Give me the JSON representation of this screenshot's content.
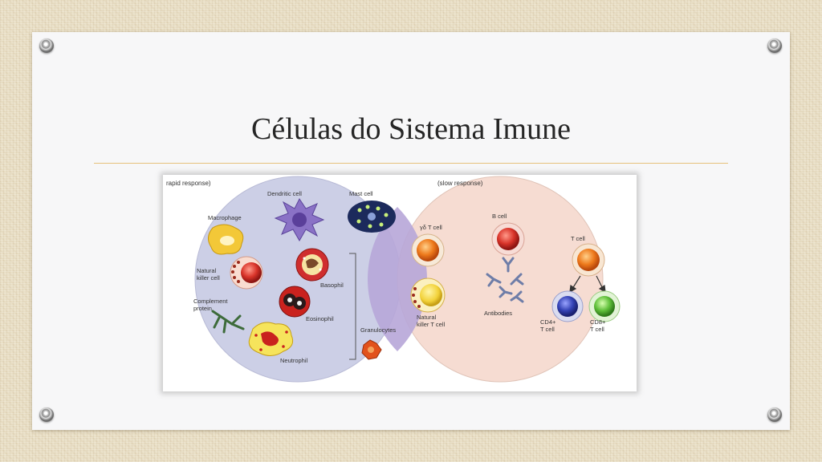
{
  "slide": {
    "title": "Células do Sistema Imune"
  },
  "figure": {
    "innate_header": "rapid response)",
    "adaptive_header": "(slow response)",
    "labels": {
      "dendritic": "Dendritic cell",
      "mast": "Mast cell",
      "macrophage": "Macrophage",
      "nk_line1": "Natural",
      "nk_line2": "killer cell",
      "basophil": "Basophil",
      "complement_line1": "Complement",
      "complement_line2": "protein",
      "eosinophil": "Eosinophil",
      "granulocytes": "Granulocytes",
      "neutrophil": "Neutrophil",
      "gd_t": "γδ T cell",
      "nkt_line1": "Natural",
      "nkt_line2": "killer T cell",
      "b_cell": "B cell",
      "antibodies": "Antibodies",
      "t_cell": "T cell",
      "cd4_line1": "CD4+",
      "cd4_line2": "T cell",
      "cd8_line1": "CD8+",
      "cd8_line2": "T cell"
    },
    "colors": {
      "innate_fill": "#cccfe6",
      "adaptive_fill": "#f6dcd2",
      "overlap_fill": "#b7a6d8",
      "accent_rule": "#e6c17a"
    }
  }
}
